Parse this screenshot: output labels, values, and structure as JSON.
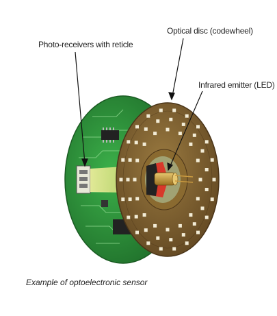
{
  "figure": {
    "labels": {
      "photo_receivers": "Photo-receivers with reticle",
      "optical_disc": "Optical disc (codewheel)",
      "infrared_emitter": "Infrared emitter (LED)"
    },
    "caption": "Example of optoelectronic sensor"
  },
  "colors": {
    "pcb_green": "#2e9a3c",
    "pcb_dark": "#1f6e2a",
    "disc_brown": "#7a5a2a",
    "disc_slot": "#f2ecd6",
    "led_red": "#d8382a",
    "led_gold": "#c79a3a"
  }
}
